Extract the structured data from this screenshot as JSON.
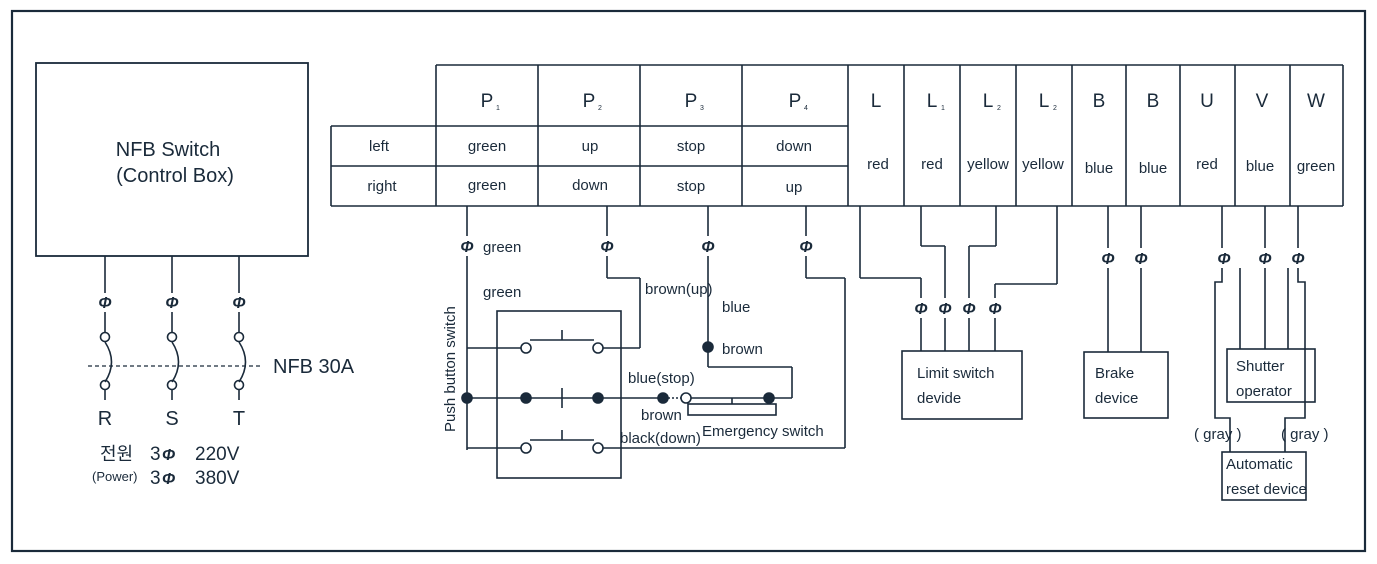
{
  "nfb_box": {
    "line1": "NFB Switch",
    "line2": "(Control Box)"
  },
  "nfb_label": "NFB 30A",
  "phases": [
    "R",
    "S",
    "T"
  ],
  "power": {
    "korean": "전원",
    "english": "(Power)",
    "phi": "Φ",
    "line1_voltage": "220V",
    "line2_voltage": "380V",
    "count": "3"
  },
  "phi_symbol": "Φ",
  "table": {
    "row_labels": [
      "left",
      "right"
    ],
    "headers": [
      {
        "letter": "P",
        "sub": "1"
      },
      {
        "letter": "P",
        "sub": "2"
      },
      {
        "letter": "P",
        "sub": "3"
      },
      {
        "letter": "P",
        "sub": "4"
      },
      {
        "letter": "L",
        "sub": ""
      },
      {
        "letter": "L",
        "sub": "1"
      },
      {
        "letter": "L",
        "sub": "2"
      },
      {
        "letter": "L",
        "sub": "2"
      },
      {
        "letter": "B",
        "sub": ""
      },
      {
        "letter": "B",
        "sub": ""
      },
      {
        "letter": "U",
        "sub": ""
      },
      {
        "letter": "V",
        "sub": ""
      },
      {
        "letter": "W",
        "sub": ""
      }
    ],
    "left": [
      "green",
      "up",
      "stop",
      "down"
    ],
    "right": [
      "green",
      "down",
      "stop",
      "up"
    ],
    "merged": [
      "red",
      "red",
      "yellow",
      "yellow",
      "blue",
      "blue",
      "red",
      "blue",
      "green"
    ]
  },
  "wires": {
    "green1": "green",
    "green2": "green",
    "brown_up": "brown(up)",
    "blue": "blue",
    "brown1": "brown",
    "blue_stop": "blue(stop)",
    "brown2": "brown",
    "black_down": "black(down)",
    "gray1": "( gray )",
    "gray2": "( gray )"
  },
  "devices": {
    "push_button": "Push button switch",
    "emergency": "Emergency switch",
    "limit_1": "Limit switch",
    "limit_2": "devide",
    "brake_1": "Brake",
    "brake_2": "device",
    "shutter_1": "Shutter",
    "shutter_2": "operator",
    "reset_1": "Automatic",
    "reset_2": "reset device"
  }
}
